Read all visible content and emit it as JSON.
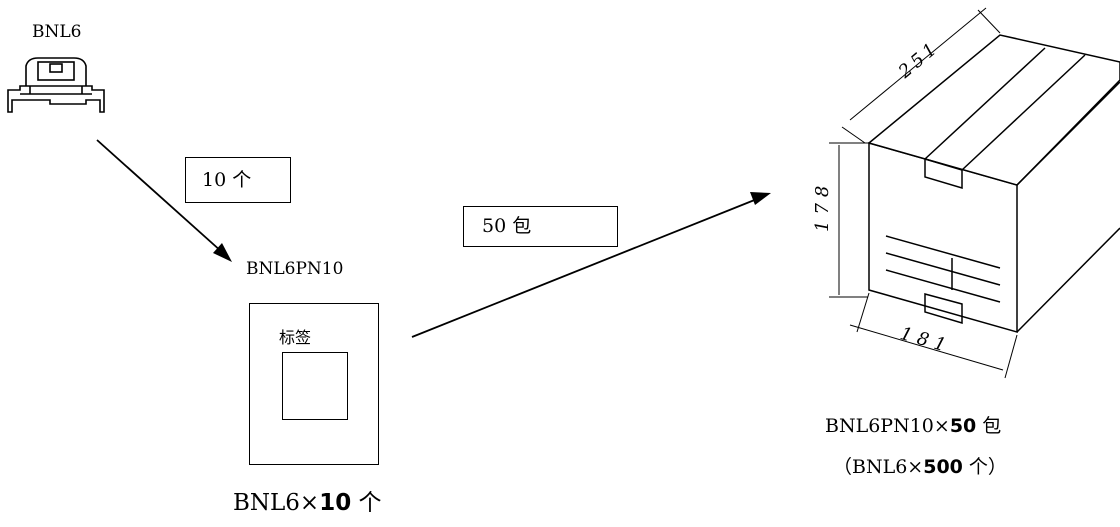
{
  "product": {
    "name": "BNL6"
  },
  "step1": {
    "quantity_label": "10 个"
  },
  "pack": {
    "name": "BNL6PN10",
    "label_text": "标签",
    "caption_prefix": "BNL6×",
    "caption_qty": "10",
    "caption_suffix": " 个"
  },
  "step2": {
    "quantity_label": "50 包"
  },
  "carton": {
    "dim_top": "251",
    "dim_height": "178",
    "dim_bottom": "181",
    "caption1_prefix": "BNL6PN10×",
    "caption1_qty": "50",
    "caption1_suffix": " 包",
    "caption2_prefix": "（BNL6×",
    "caption2_qty": "500",
    "caption2_suffix": " 个）"
  }
}
